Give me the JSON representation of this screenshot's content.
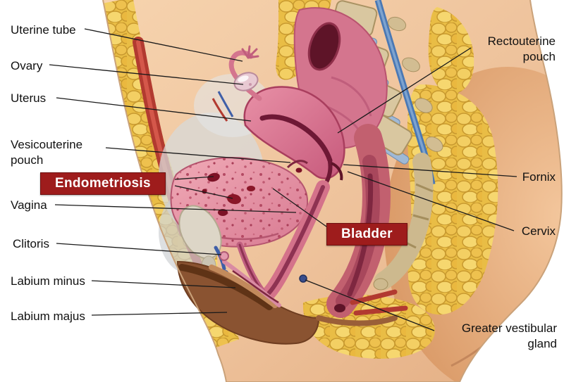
{
  "figure": {
    "subject": "Female pelvis sagittal section with endometriosis",
    "colors": {
      "badge_background": "#9e1c1c",
      "badge_text": "#ffffff",
      "label_text": "#111111",
      "leader_line": "#1a1a1a"
    }
  },
  "labels": {
    "uterine_tube": "Uterine tube",
    "ovary": "Ovary",
    "uterus": "Uterus",
    "vesicouterine_pouch": "Vesicouterine pouch",
    "endometriosis": "Endometriosis",
    "vagina": "Vagina",
    "clitoris": "Clitoris",
    "labium_minus": "Labium minus",
    "labium_majus": "Labium majus",
    "rectouterine_pouch": "Rectouterine pouch",
    "fornix": "Fornix",
    "cervix": "Cervix",
    "bladder": "Bladder",
    "greater_vestibular_gland": "Greater vestibular gland"
  }
}
